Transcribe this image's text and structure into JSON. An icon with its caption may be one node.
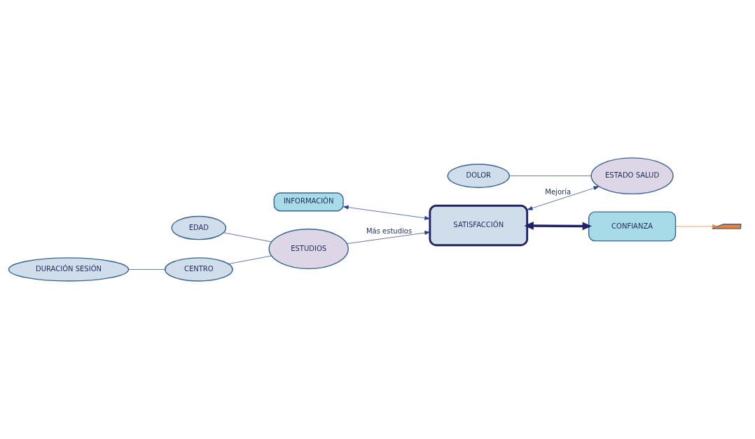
{
  "diagram": {
    "nodes": [
      {
        "text": [
          "CENTRO"
        ]
      },
      {
        "text": [
          "DURACIÓN SESIÓN"
        ]
      },
      {
        "text": [
          "ESTUDIOS"
        ]
      },
      {
        "text": [
          "EDAD"
        ]
      },
      {
        "text": [
          "INFORMACIÓN"
        ]
      },
      {
        "text": [
          "SATISFACCIÓN"
        ]
      },
      {
        "text": [
          "CONFIANZA"
        ]
      },
      {
        "text": [
          "ESTADO SALUD"
        ]
      },
      {
        "text": [
          "DOLOR"
        ]
      },
      {
        "text": [],
        "shape": "cross"
      }
    ],
    "edges": [
      {
        "from": 1,
        "to": 0,
        "arrow": "none"
      },
      {
        "from": 0,
        "to": 2,
        "arrow": "none"
      },
      {
        "from": 3,
        "to": 2,
        "arrow": "none"
      },
      {
        "from": 2,
        "to": 5,
        "arrow": "to",
        "label": "Más estudios"
      },
      {
        "from": 4,
        "to": 5,
        "arrow": "both"
      },
      {
        "from": 5,
        "to": 6,
        "arrow": "both",
        "style": "thick"
      },
      {
        "from": 5,
        "to": 7,
        "arrow": "both",
        "label": "Mejoría"
      },
      {
        "from": 6,
        "to": 9,
        "arrow": "to",
        "color": "#f08030"
      },
      {
        "from": 8,
        "to": 7,
        "arrow": "none"
      }
    ]
  }
}
